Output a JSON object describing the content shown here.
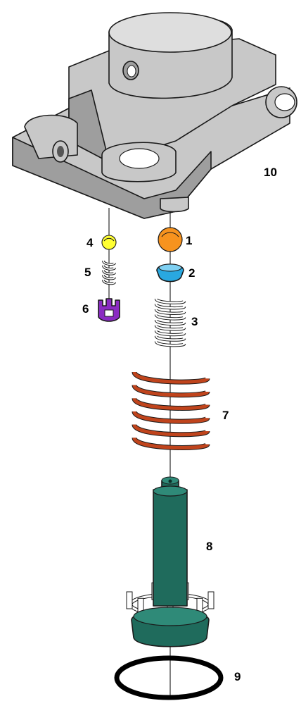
{
  "colors": {
    "housing_face": "#c8c8c8",
    "housing_light": "#dedede",
    "housing_dark": "#9e9e9e",
    "ball_large": "#f7931e",
    "ball_small": "#ffff33",
    "seat": "#29a8e0",
    "retainer": "#8a2bc2",
    "outer_spring": "#c0441c",
    "piston": "#1f6b5c",
    "piston_light": "#2f8a78",
    "clip": "#ffffff",
    "o_ring": "#000000"
  },
  "icons": {
    "housing": "valve-housing-icon",
    "ball": "check-ball-icon",
    "spring": "coil-spring-icon",
    "retainer": "spring-retainer-icon",
    "piston": "accumulator-piston-icon",
    "seal": "o-ring-icon"
  },
  "callouts": {
    "c1": "1",
    "c2": "2",
    "c3": "3",
    "c4": "4",
    "c5": "5",
    "c6": "6",
    "c7": "7",
    "c8": "8",
    "c9": "9",
    "c10": "10"
  }
}
